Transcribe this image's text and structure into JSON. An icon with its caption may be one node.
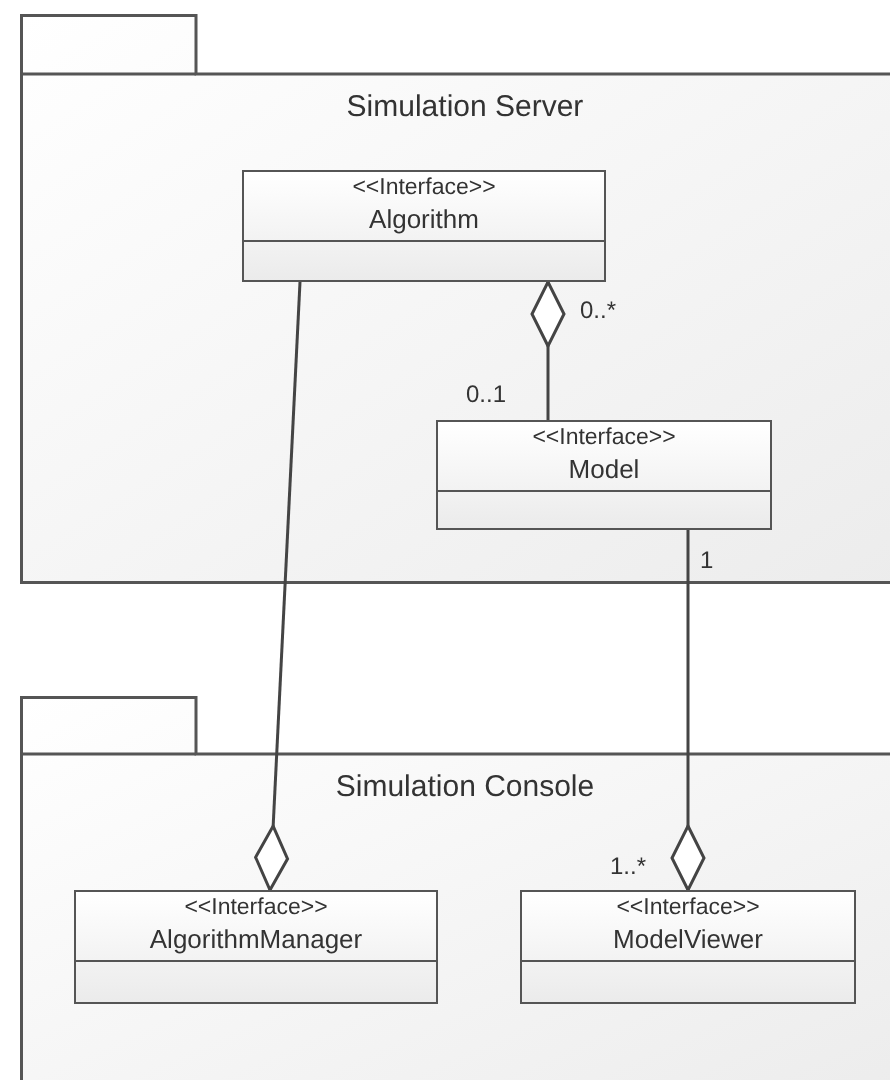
{
  "diagram": {
    "nodes": [
      {
        "text": [
          "Simulation Server"
        ]
      },
      {
        "text": [
          "<<Interface>>",
          "Algorithm"
        ],
        "in": 0
      },
      {
        "text": [
          "<<Interface>>",
          "Model"
        ],
        "in": 0
      },
      {
        "text": [
          "Simulation Console"
        ]
      },
      {
        "text": [
          "<<Interface>>",
          "AlgorithmManager"
        ],
        "in": 3
      },
      {
        "text": [
          "<<Interface>>",
          "ModelViewer"
        ],
        "in": 3
      }
    ],
    "edges": [
      {
        "from": 2,
        "to": 1,
        "arrow": "other"
      },
      {
        "from": 1,
        "to": 4,
        "arrow": "other"
      },
      {
        "from": 2,
        "to": 5,
        "arrow": "other"
      }
    ],
    "labels": [
      "0..*",
      "0..1",
      "1",
      "1..*"
    ]
  }
}
